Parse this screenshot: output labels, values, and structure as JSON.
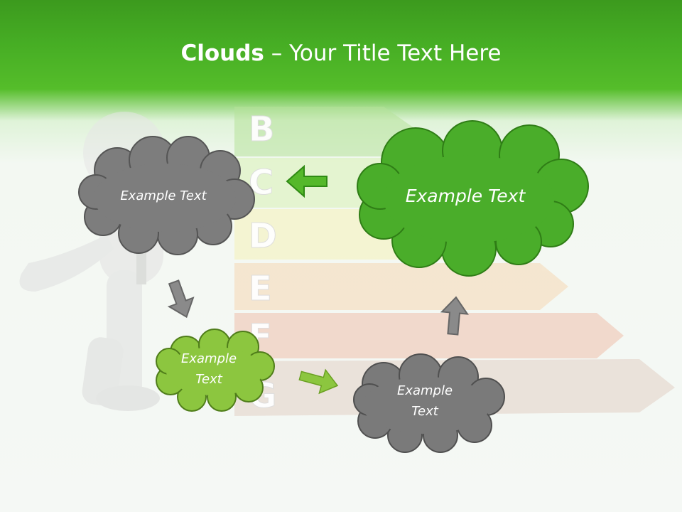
{
  "title": {
    "bold": "Clouds",
    "separator": " – ",
    "rest": "Your Title Text Here"
  },
  "rating_letters": [
    "B",
    "C",
    "D",
    "E",
    "F",
    "G"
  ],
  "clouds": [
    {
      "text": "Example Text",
      "color": "#7d7d7d"
    },
    {
      "text": "Example Text",
      "color": "#4aad2a"
    },
    {
      "text": "Example Text",
      "color": "#8cc63f"
    },
    {
      "text": "Example Text",
      "color": "#7a7a7a"
    }
  ],
  "colors": {
    "header": "#46ad24",
    "cloud_gray": "#7d7d7d",
    "cloud_green": "#4aad2a",
    "cloud_lightgreen": "#8cc63f",
    "arrow_green": "#55b82a",
    "arrow_gray": "#777777"
  }
}
